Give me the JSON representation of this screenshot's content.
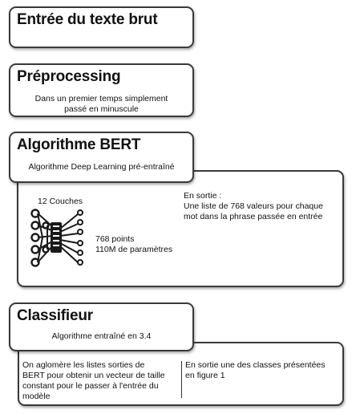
{
  "step1": {
    "title": "Entrée du texte brut"
  },
  "step2": {
    "title": "Préprocessing",
    "subtitle_line1": "Dans un premier temps simplement",
    "subtitle_line2": "passé en minuscule"
  },
  "step3": {
    "title": "Algorithme BERT",
    "subtitle": "Algorithme Deep Learning pré-entraîné",
    "layers_label": "12 Couches",
    "points_label": "768 points",
    "params_label": "110M de paramètres",
    "output_line1": "En sortie :",
    "output_line2": "Une liste de 768 valeurs pour chaque",
    "output_line3": "mot dans la phrase passée en entrée",
    "icon": "neural-network-icon"
  },
  "step4": {
    "title": "Classifieur",
    "subtitle": "Algorithme entraîné en 3.4",
    "left_line1": "On aglomère les listes sorties de",
    "left_line2": "BERT pour obtenir un vecteur de taille",
    "left_line3": "constant pour le passer à l'entrée du",
    "left_line4": "modèle",
    "right_line1": "En sortie une des classes présentées",
    "right_line2": "en figure 1"
  }
}
